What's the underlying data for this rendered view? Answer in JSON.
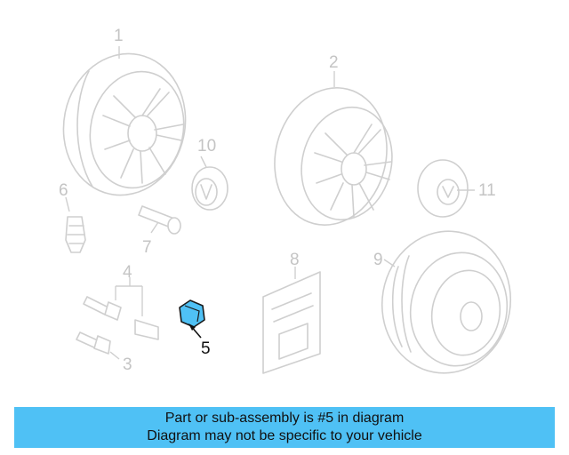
{
  "callouts": {
    "c1": "1",
    "c2": "2",
    "c3": "3",
    "c4": "4",
    "c5": "5",
    "c6": "6",
    "c7": "7",
    "c8": "8",
    "c9": "9",
    "c10": "10",
    "c11": "11"
  },
  "highlight": {
    "part_number": "5",
    "color": "#4fc1f5"
  },
  "banner": {
    "line1": "Part or sub-assembly is #5 in diagram",
    "line2": "Diagram may not be specific to your vehicle",
    "color": "#4fc1f5"
  }
}
